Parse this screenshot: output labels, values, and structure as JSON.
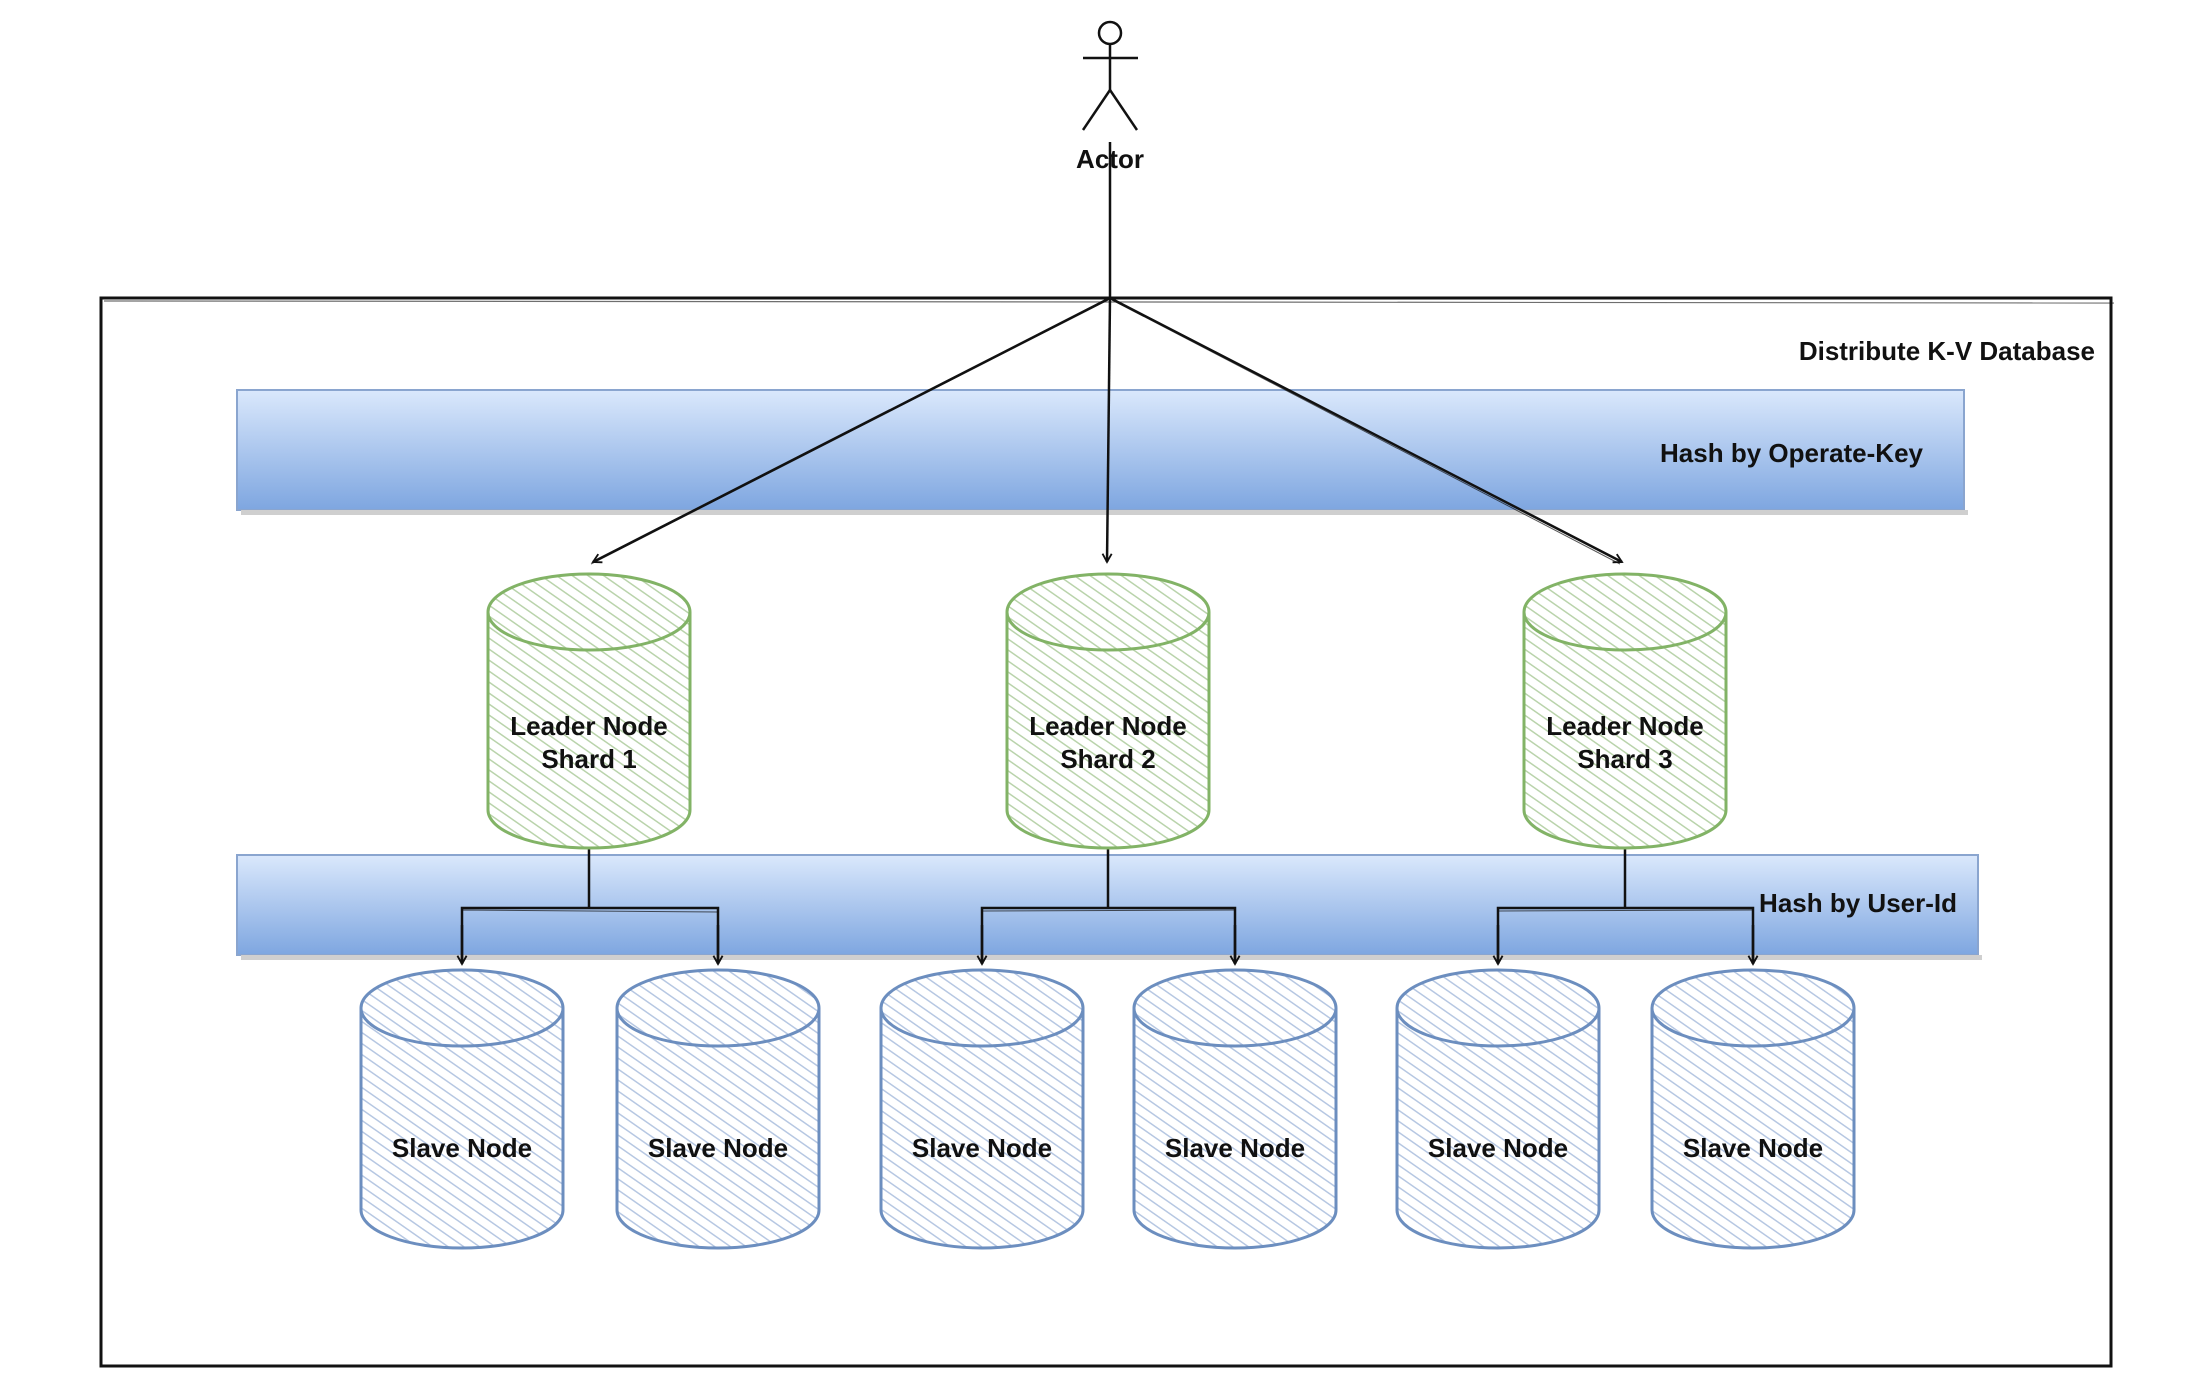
{
  "actor": {
    "label": "Actor"
  },
  "container": {
    "title": "Distribute K-V Database"
  },
  "bands": {
    "top": {
      "label": "Hash by Operate-Key"
    },
    "bottom": {
      "label": "Hash by User-Id"
    }
  },
  "leaders": [
    {
      "line1": "Leader Node",
      "line2": "Shard 1"
    },
    {
      "line1": "Leader Node",
      "line2": "Shard 2"
    },
    {
      "line1": "Leader Node",
      "line2": "Shard 3"
    }
  ],
  "slaves": [
    {
      "label": "Slave Node"
    },
    {
      "label": "Slave Node"
    },
    {
      "label": "Slave Node"
    },
    {
      "label": "Slave Node"
    },
    {
      "label": "Slave Node"
    },
    {
      "label": "Slave Node"
    }
  ],
  "colors": {
    "leader_stroke": "#82b366",
    "leader_fill": "#d5e8d4",
    "slave_stroke": "#6c8ebf",
    "slave_fill": "#dae8fc",
    "band_light": "#dae8fc",
    "band_dark": "#7ea6e0",
    "line": "#111111"
  }
}
